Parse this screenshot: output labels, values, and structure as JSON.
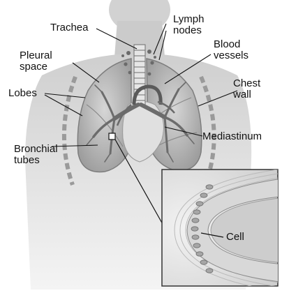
{
  "labels": {
    "trachea": "Trachea",
    "lymph_nodes": [
      "Lymph",
      "nodes"
    ],
    "blood_vessels": [
      "Blood",
      "vessels"
    ],
    "pleural_space": [
      "Pleural",
      "space"
    ],
    "chest_wall": [
      "Chest",
      "wall"
    ],
    "lobes": "Lobes",
    "mediastinum": "Mediastinum",
    "bronchial_tubes": [
      "Bronchial",
      "tubes"
    ],
    "cell": "Cell"
  },
  "colors": {
    "ink": "#111111",
    "body_shade": "#d9d9d9",
    "lung_fill": "#bdbdbd",
    "vessel": "#7a7a7a",
    "inset_border": "#333333"
  }
}
